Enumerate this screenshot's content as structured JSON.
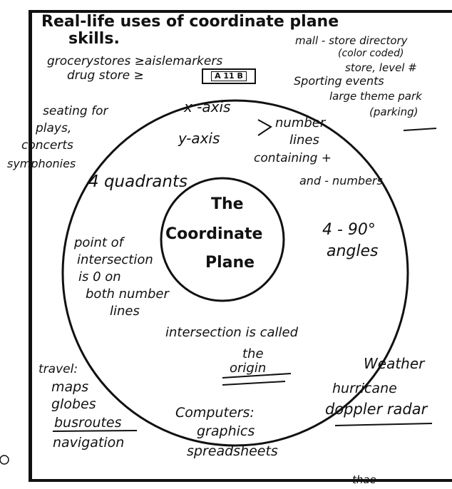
{
  "title": {
    "line1": "Real-life uses of coordinate plane",
    "line2": "skills."
  },
  "top_left": {
    "line1": "grocerystores ≥aislemarkers",
    "line2": "drug store ≥",
    "box_label": "A 11 B"
  },
  "top_right": {
    "line1": "mall - store directory",
    "line2": "(color coded)",
    "line3": "store, level #",
    "line4": "Sporting events",
    "line5": "large theme park",
    "line6": "(parking)"
  },
  "left": {
    "line1": "seating for",
    "line2": "plays,",
    "line3": "concerts",
    "line4": "symphonies"
  },
  "ring": {
    "x_axis": "x -axis",
    "y_axis": "y-axis",
    "number_lines_1": "number",
    "number_lines_2": "lines",
    "containing_1": "containing +",
    "containing_2": "and - numbers",
    "quadrants": "4 quadrants",
    "angles_1": "4 - 90°",
    "angles_2": "angles",
    "intersection_1": "point of",
    "intersection_2": "intersection",
    "intersection_3": "is 0 on",
    "intersection_4": "both number",
    "intersection_5": "lines",
    "origin_1": "intersection is called",
    "origin_2": "the",
    "origin_3": "origin"
  },
  "center": {
    "line1": "The",
    "line2": "Coordinate",
    "line3": "Plane"
  },
  "bottom_left": {
    "line1": "travel:",
    "line2": "maps",
    "line3": "globes",
    "line4": "busroutes",
    "line5": "navigation"
  },
  "bottom_center": {
    "line1": "Computers:",
    "line2": "graphics",
    "line3": "spreadsheets"
  },
  "bottom_right": {
    "line1": "Weather",
    "line2": "hurricane",
    "line3": "doppler radar"
  },
  "footer": {
    "signature": "thae"
  }
}
